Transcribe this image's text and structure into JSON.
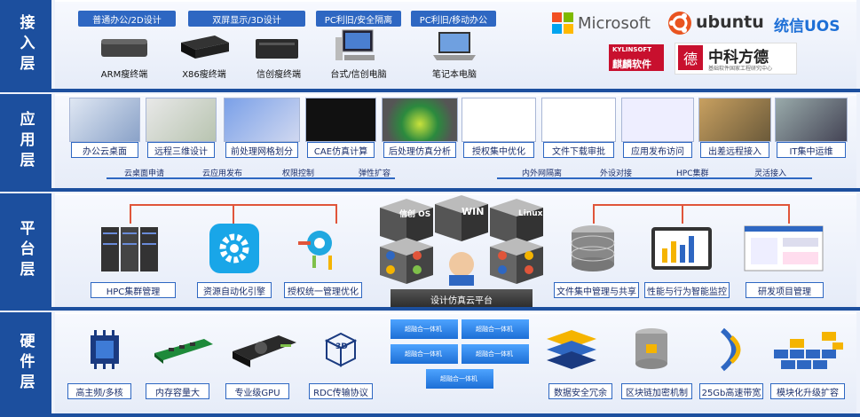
{
  "layers": {
    "access": "接入层",
    "application": "应用层",
    "platform": "平台层",
    "hardware": "硬件层"
  },
  "access": {
    "headers": [
      "普通办公/2D设计",
      "双屏显示/3D设计",
      "PC利旧/安全隔离",
      "PC利旧/移动办公"
    ],
    "devices": [
      "ARM瘦终端",
      "X86瘦终端",
      "信创瘦终端",
      "台式/信创电脑",
      "笔记本电脑"
    ],
    "logos": {
      "microsoft": "Microsoft",
      "ubuntu": "ubuntu",
      "uos": "统信UOS",
      "kylin_en": "KYLINSOFT",
      "kylin_cn": "麒麟软件",
      "zkfd": "中科方德",
      "zkfd_sub": "基础软件国家工程研究中心"
    }
  },
  "application": {
    "apps": [
      "办公云桌面",
      "远程三维设计",
      "前处理网格划分",
      "CAE仿真计算",
      "后处理仿真分析",
      "授权集中优化",
      "文件下载审批",
      "应用发布访问",
      "出差远程接入",
      "IT集中运维"
    ],
    "features_left": [
      "云桌面申请",
      "云应用发布",
      "权限控制",
      "弹性扩容"
    ],
    "features_right": [
      "内外网隔离",
      "外设对接",
      "HPC集群",
      "灵活接入"
    ]
  },
  "platform": {
    "left": [
      "HPC集群管理",
      "资源自动化引擎",
      "授权统一管理优化"
    ],
    "right": [
      "文件集中管理与共享",
      "性能与行为智能监控",
      "研发项目管理"
    ],
    "os": [
      "信创 OS",
      "WIN",
      "Linux"
    ],
    "center_label": "设计仿真云平台"
  },
  "hardware": {
    "left": [
      "高主频/多核",
      "内存容量大",
      "专业级GPU",
      "RDC传输协议"
    ],
    "right": [
      "数据安全冗余",
      "区块链加密机制",
      "25Gb高速带宽",
      "模块化升级扩容"
    ],
    "server_label": "超融合一体机",
    "rdc_icon": "3D"
  },
  "colors": {
    "primary": "#1c4f9e",
    "accent": "#2e67c2",
    "connector": "#e0553a"
  }
}
